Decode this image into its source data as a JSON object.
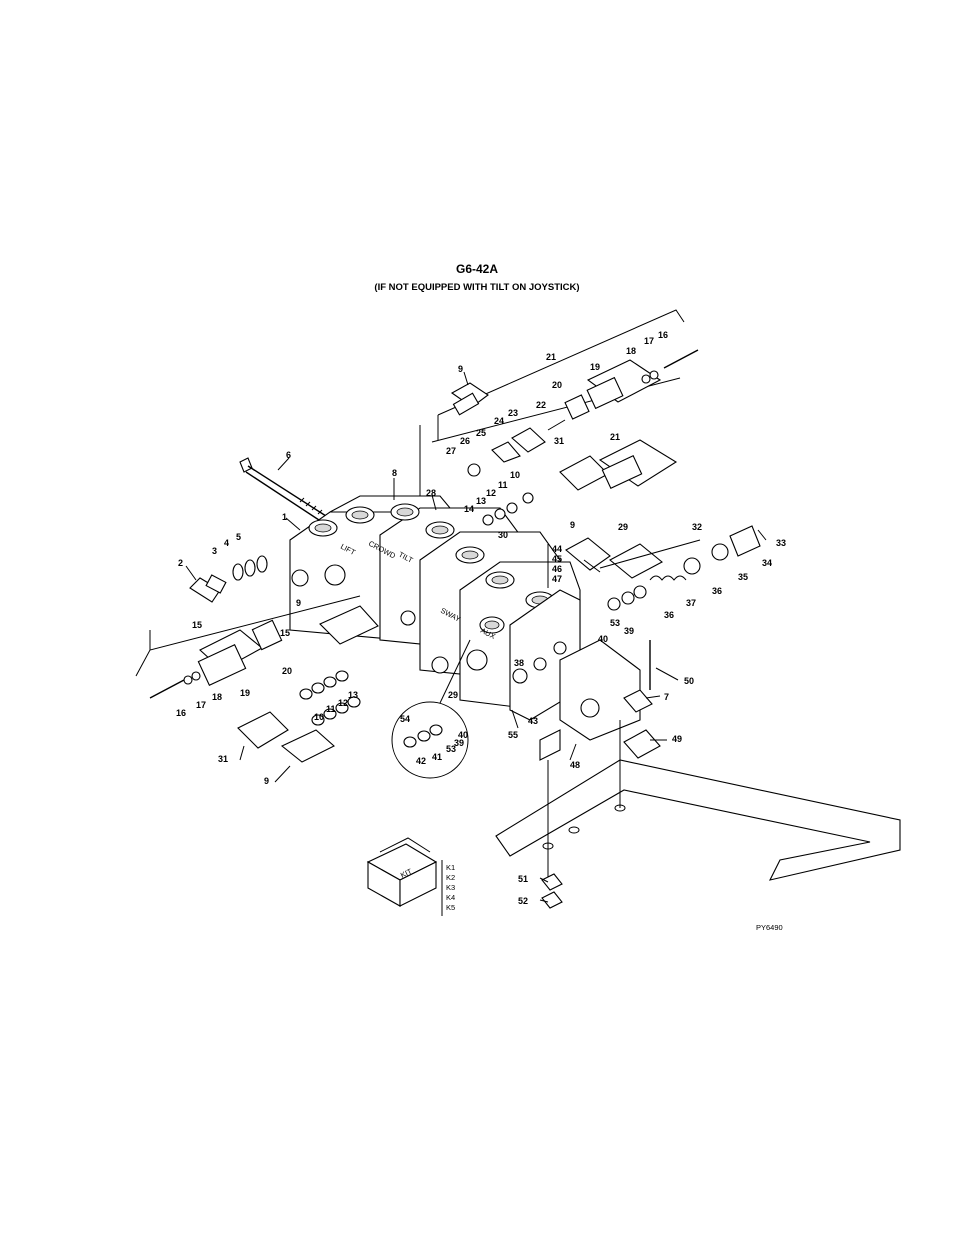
{
  "figure": {
    "title": "G6-42A",
    "subtitle": "(IF NOT EQUIPPED WITH TILT ON JOYSTICK)",
    "part_number": "PY6490"
  },
  "section_labels": [
    "LIFT",
    "CROWD",
    "TILT",
    "SWAY",
    "AUX"
  ],
  "kit": {
    "box_label": "KIT",
    "items": [
      "K1",
      "K2",
      "K3",
      "K4",
      "K5"
    ]
  },
  "callouts": [
    "1",
    "2",
    "3",
    "4",
    "5",
    "6",
    "8",
    "9",
    "9",
    "9",
    "9",
    "10",
    "10",
    "11",
    "11",
    "12",
    "12",
    "13",
    "13",
    "14",
    "15",
    "15",
    "16",
    "16",
    "17",
    "17",
    "18",
    "18",
    "19",
    "19",
    "20",
    "20",
    "21",
    "21",
    "22",
    "23",
    "24",
    "25",
    "26",
    "27",
    "28",
    "29",
    "29",
    "30",
    "31",
    "31",
    "32",
    "33",
    "34",
    "35",
    "36",
    "36",
    "37",
    "38",
    "39",
    "39",
    "40",
    "40",
    "41",
    "42",
    "43",
    "44",
    "45",
    "46",
    "47",
    "48",
    "49",
    "50",
    "51",
    "52",
    "53",
    "53",
    "54",
    "55",
    "7"
  ]
}
